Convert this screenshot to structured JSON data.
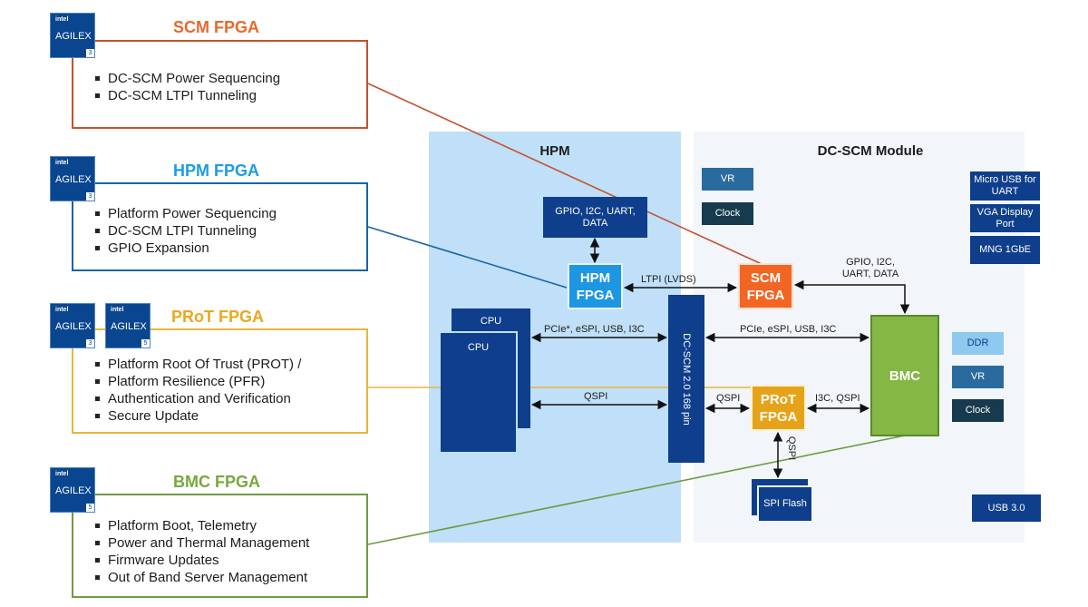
{
  "colors": {
    "scm": "#c5512b",
    "hpm": "#1a63a8",
    "prot": "#e8b63a",
    "bmc": "#6e9b43"
  },
  "badge": {
    "brand": "intel",
    "family": "AGILEX"
  },
  "callouts": [
    {
      "title": "SCM FPGA",
      "badges": [
        "3"
      ],
      "items": [
        "DC-SCM Power Sequencing",
        "DC-SCM LTPI Tunneling"
      ]
    },
    {
      "title": "HPM FPGA",
      "badges": [
        "3"
      ],
      "items": [
        "Platform Power Sequencing",
        "DC-SCM LTPI Tunneling",
        "GPIO Expansion"
      ]
    },
    {
      "title": "PRoT FPGA",
      "badges": [
        "3",
        "5"
      ],
      "items": [
        "Platform Root Of Trust (PROT) /",
        "Platform Resilience (PFR)",
        "Authentication and Verification",
        "Secure Update"
      ]
    },
    {
      "title": "BMC FPGA",
      "badges": [
        "5"
      ],
      "items": [
        "Platform Boot, Telemetry",
        "Power and Thermal Management",
        "Firmware Updates",
        "Out of Band Server Management"
      ]
    }
  ],
  "hpm": {
    "title": "HPM",
    "gpio": "GPIO, I2C, UART, DATA",
    "fpga": "HPM FPGA",
    "cpu_back": "CPU",
    "cpu_front": "CPU"
  },
  "scm_module": {
    "title": "DC-SCM Module",
    "vr": "VR",
    "clock": "Clock",
    "micro_usb": "Micro USB for UART",
    "vga": "VGA Display Port",
    "mng": "MNG 1GbE",
    "scm_fpga": "SCM FPGA",
    "bmc": "BMC",
    "ddr": "DDR",
    "bmc_vr": "VR",
    "bmc_clock": "Clock",
    "prot_fpga": "PRoT FPGA",
    "spi_flash": "SPI Flash",
    "usb3": "USB 3.0"
  },
  "connector": "DC-SCM 2.0 168 pin",
  "links": {
    "ltpi": "LTPI (LVDS)",
    "cpu_pcie": "PCIe*, eSPI, USB, I3C",
    "cpu_qspi": "QSPI",
    "scm_gpio": "GPIO, I2C, UART, DATA",
    "bmc_pcie": "PCIe, eSPI, USB, I3C",
    "prot_qspi": "QSPI",
    "prot_bmc": "I3C, QSPI",
    "flash_qspi": "QSPI"
  }
}
